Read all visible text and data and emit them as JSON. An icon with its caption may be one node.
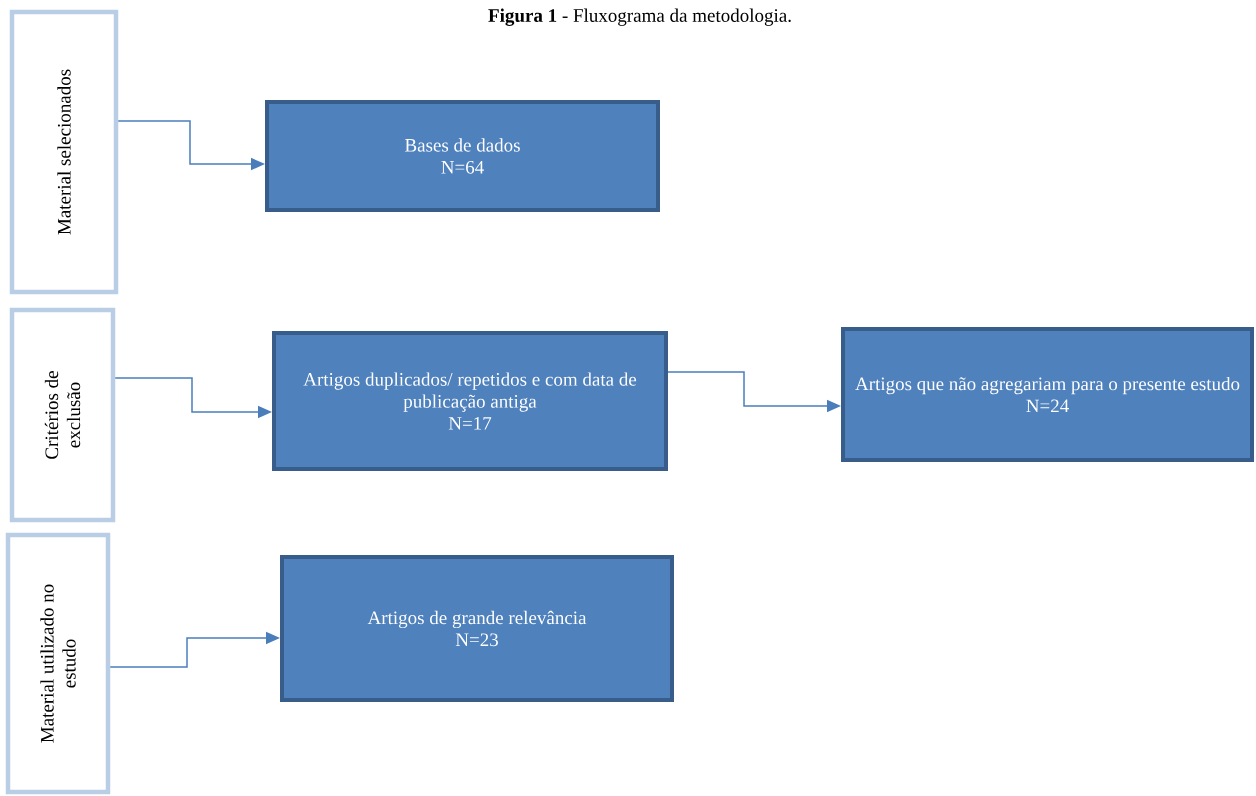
{
  "diagram": {
    "title": "**Figura 1** - Fluxograma da metodologia.",
    "nodes": [
      {
        "text": [
          "Material selecionados"
        ]
      },
      {
        "text": [
          "Bases de dados",
          "N=64"
        ]
      },
      {
        "text": [
          "Critérios de exclusão"
        ]
      },
      {
        "text": [
          "Artigos duplicados/ repetidos e com data de publicação antiga",
          "N=17"
        ]
      },
      {
        "text": [
          "Artigos que não agregariam para o presente estudo",
          "N=24"
        ]
      },
      {
        "text": [
          "Material utilizado no estudo"
        ]
      },
      {
        "text": [
          "Artigos de grande relevância",
          "N=23"
        ]
      }
    ],
    "edges": [
      {
        "from": 0,
        "to": 1,
        "arrow": "to"
      },
      {
        "from": 2,
        "to": 3,
        "arrow": "to"
      },
      {
        "from": 3,
        "to": 4,
        "arrow": "to"
      },
      {
        "from": 5,
        "to": 6,
        "arrow": "to"
      }
    ]
  }
}
